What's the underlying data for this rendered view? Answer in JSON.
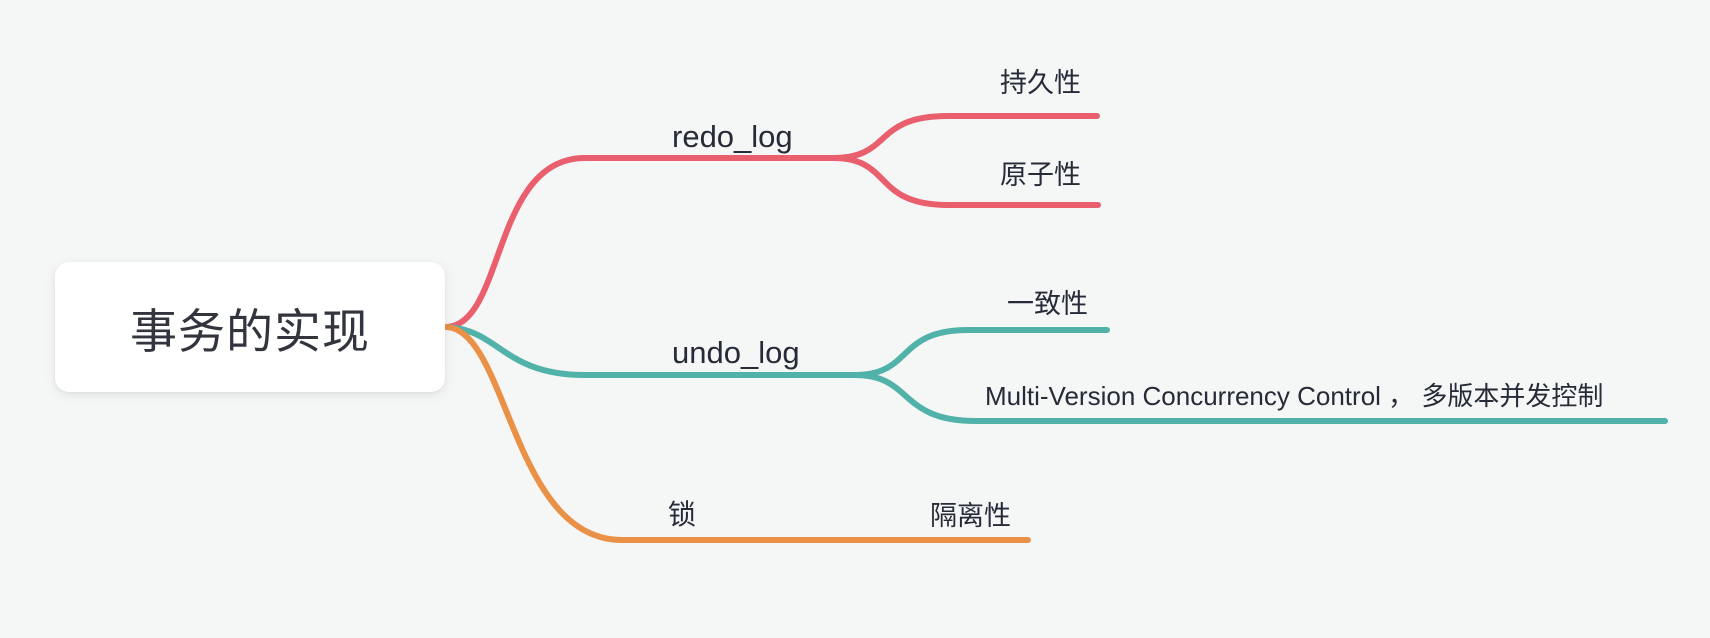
{
  "canvas": {
    "background_color": "#f5f6f6",
    "text_color": "#262b38"
  },
  "root": {
    "label": "事务的实现",
    "box_color": "#ffffff",
    "text_color": "#32353d"
  },
  "branches": [
    {
      "label": "redo_log",
      "color": "#e95f6d",
      "children": [
        {
          "label": "持久性"
        },
        {
          "label": "原子性"
        }
      ]
    },
    {
      "label": "undo_log",
      "color": "#50b2a8",
      "children": [
        {
          "label": "一致性"
        },
        {
          "label": "Multi-Version Concurrency Control ， 多版本并发控制"
        }
      ]
    },
    {
      "label": "锁",
      "color": "#ea9148",
      "children": [
        {
          "label": "隔离性"
        }
      ]
    }
  ]
}
